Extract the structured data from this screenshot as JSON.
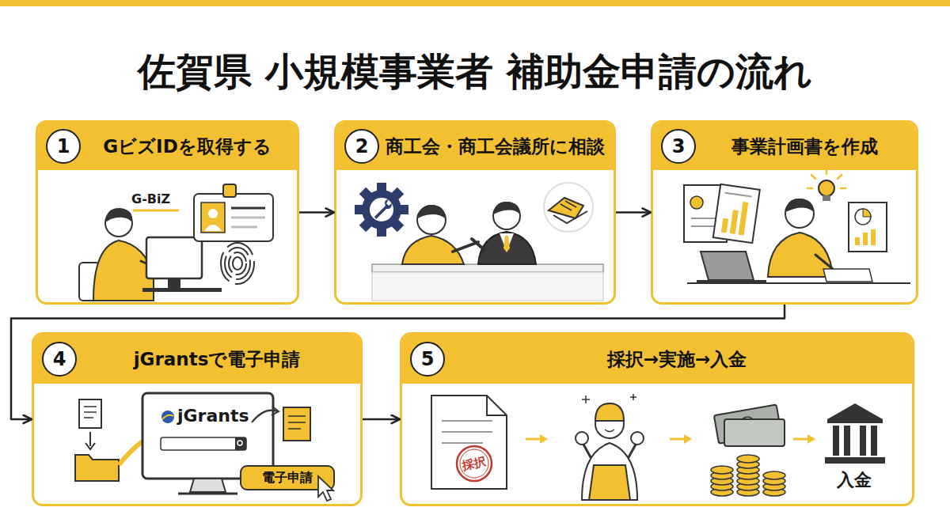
{
  "diagram": {
    "title": "佐賀県 小規模事業者 補助金申請の流れ",
    "nodes": [
      {
        "text": [
          "1",
          "GビズIDを取得する"
        ]
      },
      {
        "text": [
          "2",
          "商工会・商工会議所に相談"
        ]
      },
      {
        "text": [
          "3",
          "事業計画書を作成"
        ]
      },
      {
        "text": [
          "4",
          "jGrantsで電子申請"
        ]
      },
      {
        "text": [
          "5",
          "採択→実施→入金"
        ]
      },
      {
        "text": [
          "電子申請"
        ],
        "in": 3
      },
      {
        "text": [
          "採択"
        ],
        "in": 4
      }
    ],
    "edges": [
      {
        "from": 0,
        "to": 1,
        "arrow": "to"
      },
      {
        "from": 1,
        "to": 2,
        "arrow": "to"
      },
      {
        "from": 2,
        "to": 3,
        "arrow": "to"
      },
      {
        "from": 3,
        "to": 4,
        "arrow": "to"
      }
    ],
    "labels": [
      "G-BiZ",
      "jGrants",
      "入金"
    ]
  }
}
